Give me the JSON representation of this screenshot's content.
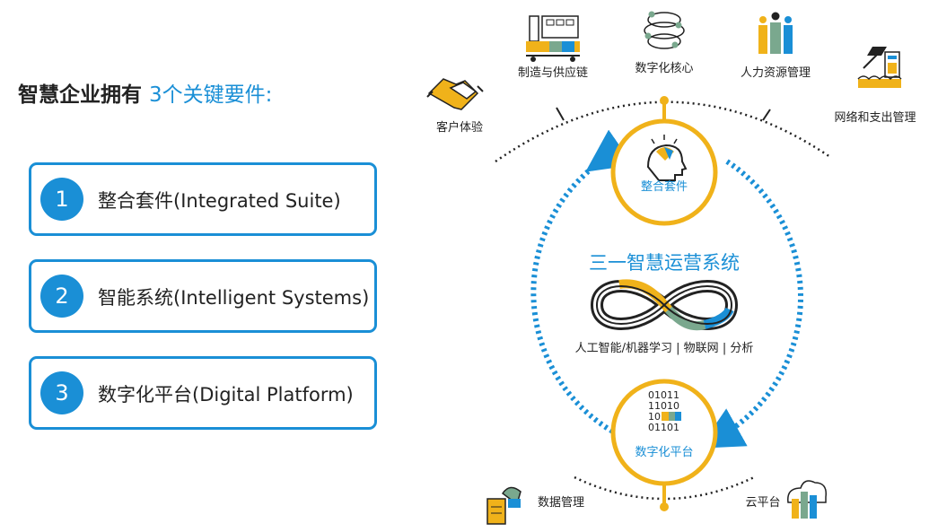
{
  "headline": {
    "main": "智慧企业拥有",
    "accent": "3个关键要件:"
  },
  "components": [
    {
      "number": "1",
      "label": "整合套件(Integrated Suite)"
    },
    {
      "number": "2",
      "label": "智能系统(Intelligent Systems)"
    },
    {
      "number": "3",
      "label": "数字化平台(Digital Platform)"
    }
  ],
  "diagram": {
    "top_circle_label": "整合套件",
    "bottom_circle_label": "数字化平台",
    "center_title": "三一智慧运营系统",
    "center_subtitle": "人工智能/机器学习 | 物联网 | 分析",
    "binary_text": [
      "01011",
      "11010",
      "10",
      "01101"
    ],
    "outer_labels": {
      "customer": "客户体验",
      "manufacturing": "制造与供应链",
      "digital_core": "数字化核心",
      "hr": "人力资源管理",
      "network": "网络和支出管理",
      "data_mgmt": "数据管理",
      "cloud": "云平台"
    }
  },
  "colors": {
    "blue": "#1a8fd6",
    "gold": "#f0b21a",
    "green": "#7aa88e",
    "text": "#222222"
  },
  "icons": [
    "handshake-icon",
    "factory-icon",
    "globe-icon",
    "people-icon",
    "calculator-airplane-icon",
    "head-icon",
    "infinity-icon",
    "binary-icon",
    "documents-icon",
    "cloud-icon"
  ]
}
